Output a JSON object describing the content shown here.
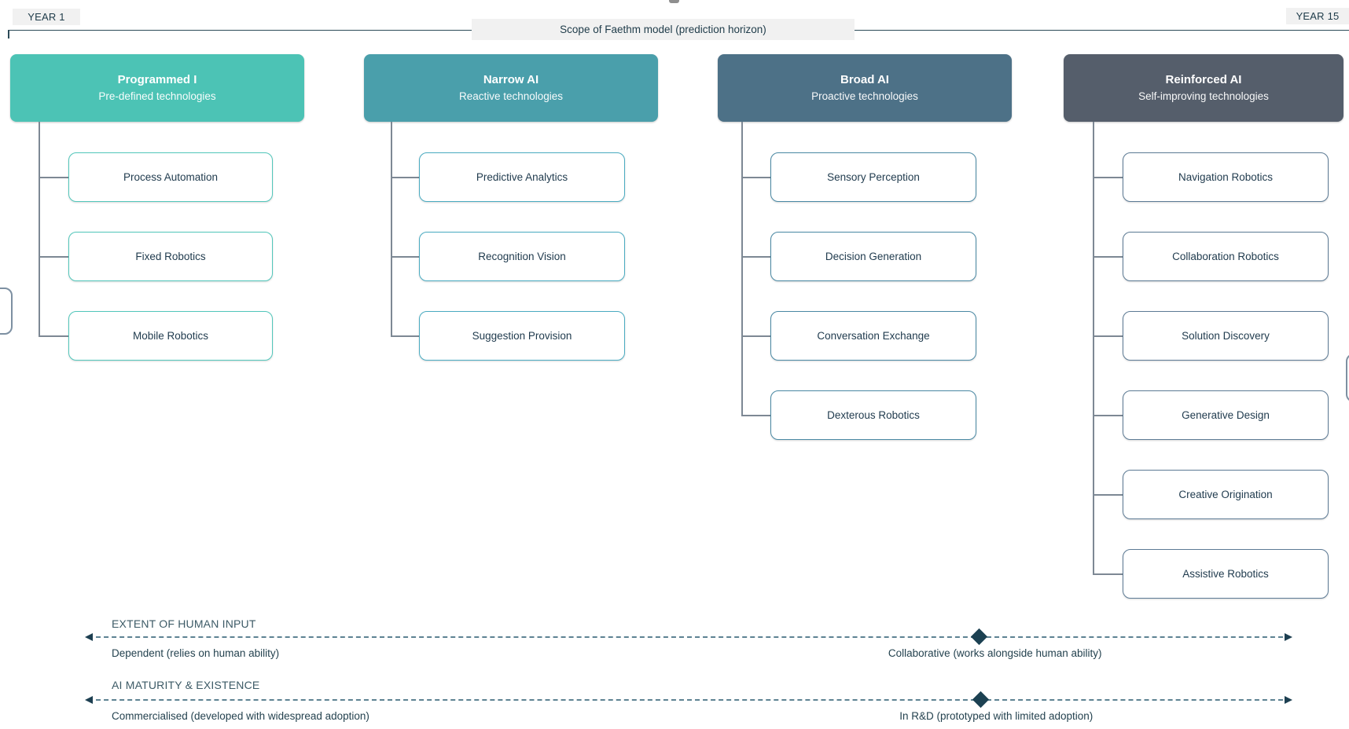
{
  "timeline": {
    "year_start": "YEAR 1",
    "year_end": "YEAR 15",
    "scope_label": "Scope of Faethm model (prediction horizon)"
  },
  "columns": [
    {
      "title": "Programmed I",
      "subtitle": "Pre-defined technologies",
      "header_color": "#4cc3b5",
      "item_border_color": "#52c7bb",
      "items": [
        "Process Automation",
        "Fixed Robotics",
        "Mobile Robotics"
      ]
    },
    {
      "title": "Narrow AI",
      "subtitle": "Reactive technologies",
      "header_color": "#4a9fab",
      "item_border_color": "#4aabc1",
      "items": [
        "Predictive Analytics",
        "Recognition Vision",
        "Suggestion Provision"
      ]
    },
    {
      "title": "Broad AI",
      "subtitle": "Proactive technologies",
      "header_color": "#4d7187",
      "item_border_color": "#4a89a4",
      "items": [
        "Sensory Perception",
        "Decision Generation",
        "Conversation Exchange",
        "Dexterous Robotics"
      ]
    },
    {
      "title": "Reinforced AI",
      "subtitle": "Self-improving technologies",
      "header_color": "#555e6b",
      "item_border_color": "#5d7b95",
      "items": [
        "Navigation Robotics",
        "Collaboration Robotics",
        "Solution Discovery",
        "Generative Design",
        "Creative Origination",
        "Assistive Robotics"
      ]
    }
  ],
  "axes": [
    {
      "title": "EXTENT OF HUMAN INPUT",
      "left_label": "Dependent (relies on human ability)",
      "right_label": "Collaborative (works alongside human ability)",
      "marker_pos": 0.741
    },
    {
      "title": "AI MATURITY & EXISTENCE",
      "left_label": "Commercialised (developed with widespread adoption)",
      "right_label": "In R&D (prototyped with limited adoption)",
      "marker_pos": 0.742
    }
  ],
  "colors": {
    "badge_bg": "#f1f1f1",
    "text_dark": "#1e3b49",
    "connector": "#7d8894",
    "axis_dash": "#5d8292",
    "axis_marker": "#1c4152"
  }
}
